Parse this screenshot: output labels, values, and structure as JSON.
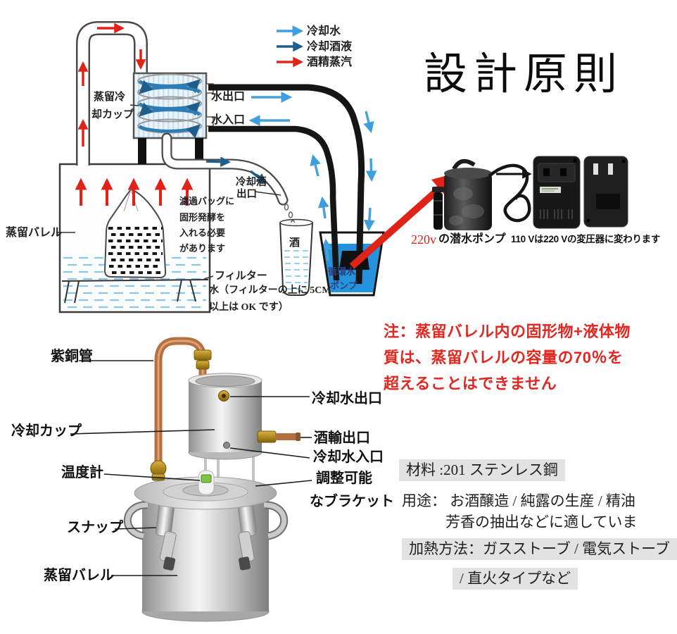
{
  "legend": {
    "water": "冷却水",
    "liquor": "冷却酒液",
    "vapor": "酒精蒸汽",
    "water_color": "#3f9edd",
    "liquor_color": "#1f5d8c",
    "vapor_color": "#dc2a1e"
  },
  "title": "設計原則",
  "schematic": {
    "cooling_cup_1": "蒸留冷",
    "cooling_cup_2": "却カップ",
    "water_outlet": "水出口",
    "water_inlet": "水入口",
    "liquor_outlet_1": "冷却酒",
    "liquor_outlet_2": "出口",
    "barrel": "蒸留バレル",
    "bag_1": "濾過バッグに",
    "bag_2": "固形発酵を",
    "bag_3": "入れる必要",
    "bag_4": "があります",
    "filter": "フィルター",
    "filter_note_1": "水（フィルターの上に 5CM",
    "filter_note_2": "以上は OK です）",
    "liquor_cup": "酒",
    "pump_1": "循環水",
    "pump_2": "ポンプ"
  },
  "pump_photo": {
    "voltage": "220v",
    "pump_caption": "の潜水ポンプ",
    "transformer_caption": "110 Vは220 Vの変圧器に変わります"
  },
  "product": {
    "left_labels": [
      {
        "label": "紫銅管"
      },
      {
        "label": "冷却カップ"
      },
      {
        "label": "温度計"
      },
      {
        "label": "スナップ"
      },
      {
        "label": "蒸留バレル"
      }
    ],
    "right_labels": [
      {
        "label": "冷却水出口"
      },
      {
        "label": "酒輸出口"
      },
      {
        "label": "冷却水入口"
      },
      {
        "label": "調整可能"
      },
      {
        "label": "なブラケット"
      }
    ]
  },
  "note": {
    "line1": "注：蒸留バレル内の固形物+液体物",
    "line2": "質は、蒸留バレルの容量の70％を",
    "line3": "超えることはできません",
    "color": "#e3261f"
  },
  "specs": {
    "material": "材料 :201 ステンレス鋼",
    "usage_1": "用途： お酒醸造 / 純露の生産 / 精油",
    "usage_2": "芳香の抽出などに適していま",
    "heating_1": "加熱方法：ガスストーブ / 電気ストーブ",
    "heating_2": "/ 直火タイプなど"
  }
}
